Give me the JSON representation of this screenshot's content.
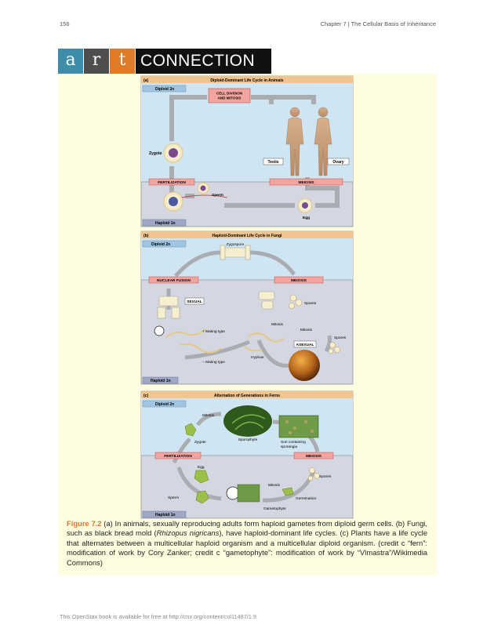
{
  "header": {
    "page_number": "156",
    "chapter": "Chapter 7 | The Cellular Basis of Inheritance"
  },
  "banner": {
    "letters": [
      "a",
      "r",
      "t"
    ],
    "word": "CONNECTION"
  },
  "figure": {
    "panel_a": {
      "letter": "(a)",
      "title": "Diploid-Dominant Life Cycle in Animals",
      "diploid": "Diploid 2n",
      "haploid": "Haploid 1n",
      "cell_division": [
        "CELL DIVISION",
        "AND MITOSIS"
      ],
      "zygote": "Zygote",
      "testis": "Testis",
      "ovary": "Ovary",
      "fertilization": "FERTILIZATION",
      "meiosis": "MEIOSIS",
      "sperm": "Sperm",
      "egg": "Egg"
    },
    "panel_b": {
      "letter": "(b)",
      "title": "Haploid-Dominant Life Cycle in Fungi",
      "diploid": "Diploid 2n",
      "haploid": "Haploid 1n",
      "zygospore": "Zygospore",
      "nuclear_fusion": "NUCLEAR FUSION",
      "meiosis": "MEIOSIS",
      "sexual": "SEXUAL",
      "spores_top": "Spores",
      "mitosis_1": "Mitosis",
      "mating_plus": "+ Mating type",
      "mitosis_2": "Mitosis",
      "asexual": "ASEXUAL",
      "spores_right": "Spores",
      "hyphae": "Hyphae",
      "mating_minus": "− Mating type"
    },
    "panel_c": {
      "letter": "(c)",
      "title": "Alternation of Generations in Ferns",
      "diploid": "Diploid 2n",
      "haploid": "Haploid 1n",
      "mitosis_top": "Mitosis",
      "zygote": "Zygote",
      "sporophyte": "Sporophyte",
      "sori": [
        "Sori containing",
        "sporangia"
      ],
      "fertilization": "FERTILIZATION",
      "meiosis": "MEIOSIS",
      "egg": "Egg",
      "spores": "Spores",
      "mitosis_bottom": "Mitosis",
      "sperm": "Sperm",
      "germination": "Germination",
      "gametophyte": "Gametophyte"
    }
  },
  "caption": {
    "figure_label": "Figure 7.2",
    "text_1": " (a) In animals, sexually reproducing adults form haploid gametes from diploid germ cells. (b) Fungi, such as black bread mold (",
    "italic": "Rhizopus nigricans",
    "text_2": "), have haploid-dominant life cycles. (c) Plants have a life cycle that alternates between a multicellular haploid organism and a multicellular diploid organism. (credit c “fern”: modification of work by Cory Zanker; credit c “gametophyte”: modification of work by “Vlmastra”/Wikimedia Commons)"
  },
  "footer": "This OpenStax book is available for free at http://cnx.org/content/col11487/1.9",
  "colors": {
    "accent_orange": "#e2742b",
    "diploid_blue": "#cfe5f2",
    "haploid_gray": "#d4d7e1",
    "label_pink": "#f2a5a0"
  }
}
